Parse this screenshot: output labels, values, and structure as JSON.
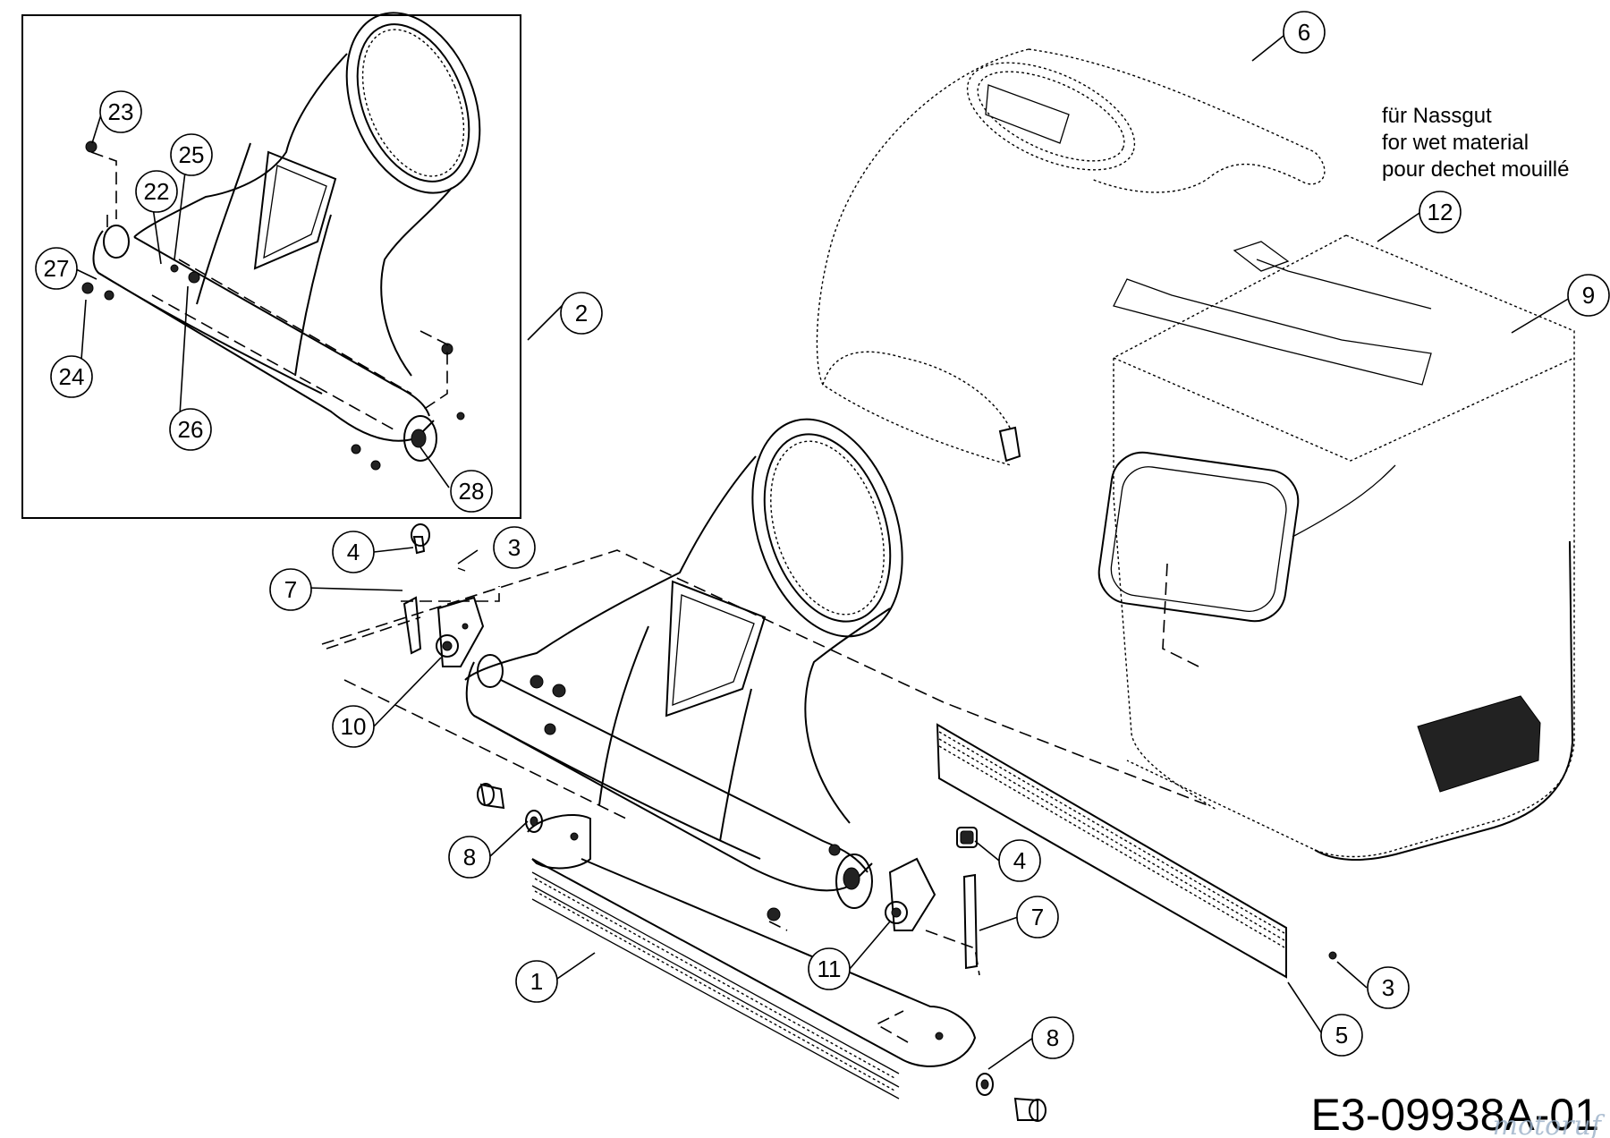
{
  "note": {
    "line1": "für Nassgut",
    "line2": "for wet material",
    "line3": "pour dechet mouillé"
  },
  "drawing_code": "E3-09938A-01",
  "watermark": "motoruf",
  "callouts": [
    {
      "id": "c-23",
      "label": "23"
    },
    {
      "id": "c-25",
      "label": "25"
    },
    {
      "id": "c-22",
      "label": "22"
    },
    {
      "id": "c-27",
      "label": "27"
    },
    {
      "id": "c-24",
      "label": "24"
    },
    {
      "id": "c-26",
      "label": "26"
    },
    {
      "id": "c-28",
      "label": "28"
    },
    {
      "id": "c-2",
      "label": "2"
    },
    {
      "id": "c-6",
      "label": "6"
    },
    {
      "id": "c-12",
      "label": "12"
    },
    {
      "id": "c-9",
      "label": "9"
    },
    {
      "id": "c-4a",
      "label": "4"
    },
    {
      "id": "c-3a",
      "label": "3"
    },
    {
      "id": "c-7a",
      "label": "7"
    },
    {
      "id": "c-10",
      "label": "10"
    },
    {
      "id": "c-8a",
      "label": "8"
    },
    {
      "id": "c-4b",
      "label": "4"
    },
    {
      "id": "c-7b",
      "label": "7"
    },
    {
      "id": "c-11",
      "label": "11"
    },
    {
      "id": "c-1",
      "label": "1"
    },
    {
      "id": "c-3b",
      "label": "3"
    },
    {
      "id": "c-5",
      "label": "5"
    },
    {
      "id": "c-8b",
      "label": "8"
    }
  ]
}
